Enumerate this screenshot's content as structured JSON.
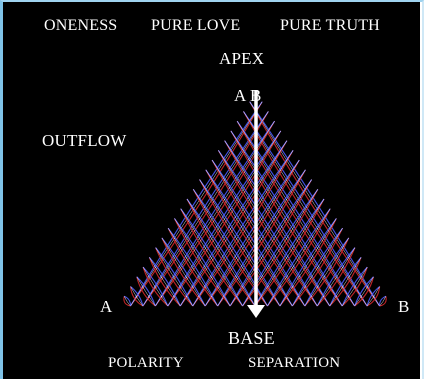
{
  "header": {
    "oneness": "ONENESS",
    "pure_love": "PURE LOVE",
    "pure_truth": "PURE TRUTH"
  },
  "diagram": {
    "apex_label": "APEX",
    "apex_points": "A B",
    "side_label": "OUTFLOW",
    "left_point": "A",
    "right_point": "B",
    "base_label": "BASE"
  },
  "footer": {
    "polarity": "POLARITY",
    "separation": "SEPARATION"
  },
  "colors": {
    "background": "#000000",
    "strand_red": "#d4282c",
    "strand_blue": "#4b5cff",
    "strand_white": "#ffffff",
    "frame_accent": "#7fc3e8"
  },
  "icons": {
    "axis": "down-arrow-icon"
  }
}
